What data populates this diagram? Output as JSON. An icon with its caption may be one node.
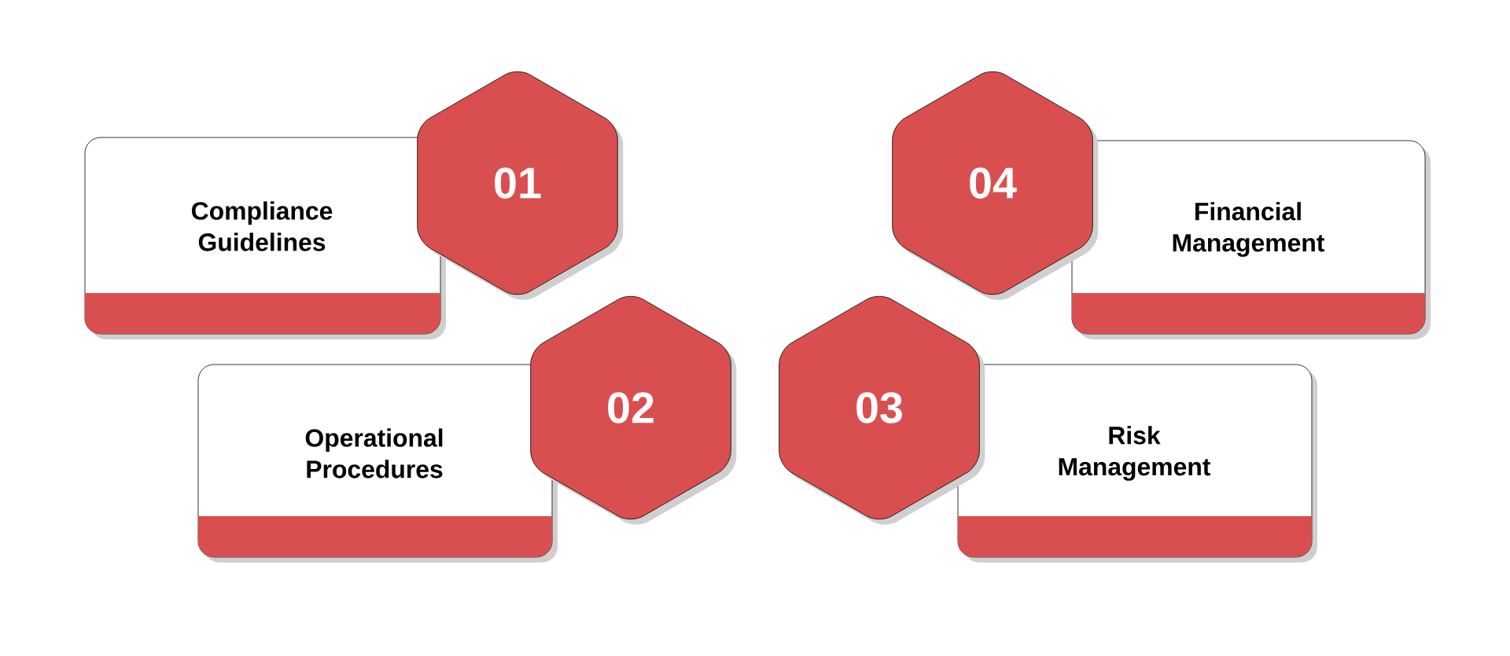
{
  "diagram": {
    "nodes": [
      {
        "text": [
          "Compliance Guidelines"
        ]
      },
      {
        "text": [
          "01"
        ]
      },
      {
        "text": [
          "04"
        ]
      },
      {
        "text": [
          "Financial Management"
        ]
      },
      {
        "text": [
          "Operational Procedures"
        ]
      },
      {
        "text": [
          "02"
        ]
      },
      {
        "text": [
          "03"
        ]
      },
      {
        "text": [
          "Risk Management"
        ]
      }
    ]
  }
}
